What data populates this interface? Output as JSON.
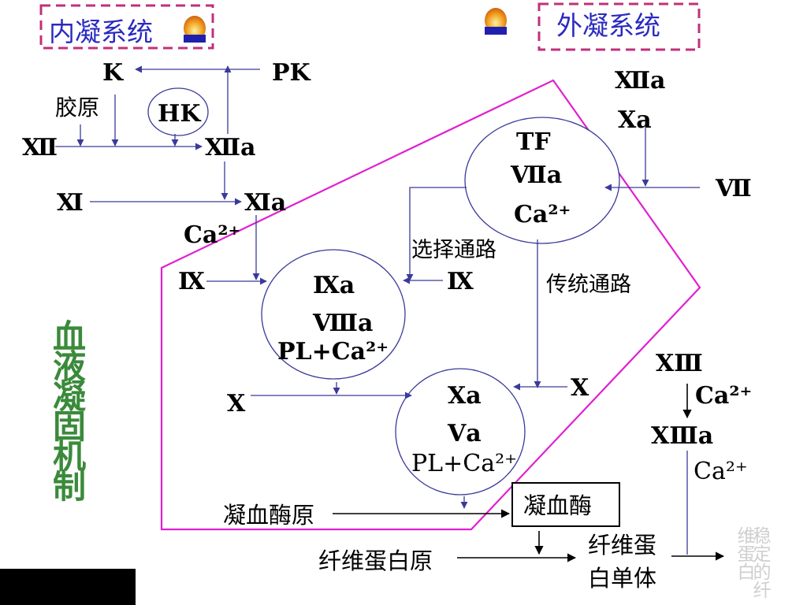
{
  "headers": {
    "intrinsic": "内凝系统",
    "extrinsic": "外凝系统"
  },
  "labels": {
    "k": "K",
    "pk": "PK",
    "collagen": "胶原",
    "hk": "HK",
    "xii": "Ⅻ",
    "xiia": "Ⅻa",
    "xi": "Ⅺ",
    "xia": "Ⅺa",
    "ca_left": "Ca²⁺",
    "ix_left": "Ⅸ",
    "ixa": "Ⅸa",
    "viiia": "Ⅷa",
    "pl_ca_upper": "PL+Ca²⁺",
    "x_left": "Ⅹ",
    "xa": "Ⅹa",
    "va": "Ⅴa",
    "pl_ca_lower": "PL+Ca²⁺",
    "ext_xiia": "Ⅻa",
    "ext_xa": "Ⅹa",
    "vii": "Ⅶ",
    "tf": "TF",
    "viia": "Ⅶa",
    "ca_tf": "Ca²⁺",
    "selective_path": "选择通路",
    "ix_mid": "Ⅸ",
    "traditional_path": "传统通路",
    "x_right": "Ⅹ",
    "xiii": "ⅩⅢ",
    "ca_xiii": "Ca²⁺",
    "xiiia": "ⅩⅢa",
    "ca_xiiia": "Ca²⁺",
    "prothrombin": "凝血酶原",
    "thrombin": "凝血酶",
    "fibrinogen": "纤维蛋白原",
    "fibrin_monomer_1": "纤维蛋",
    "fibrin_monomer_2": "白单体",
    "stable_fibrin_1": "稳定的纤",
    "stable_fibrin_2": "维蛋白"
  },
  "title_vertical": "血液凝固机制",
  "colors": {
    "header_text": "#2a2ac0",
    "dash_box": "#c0307a",
    "pentagon": "#e020d0",
    "title_green": "#3a8a3a",
    "arrows": "#3a3a9a"
  },
  "icons": {
    "left": "lamp-icon",
    "right": "lamp-icon"
  }
}
